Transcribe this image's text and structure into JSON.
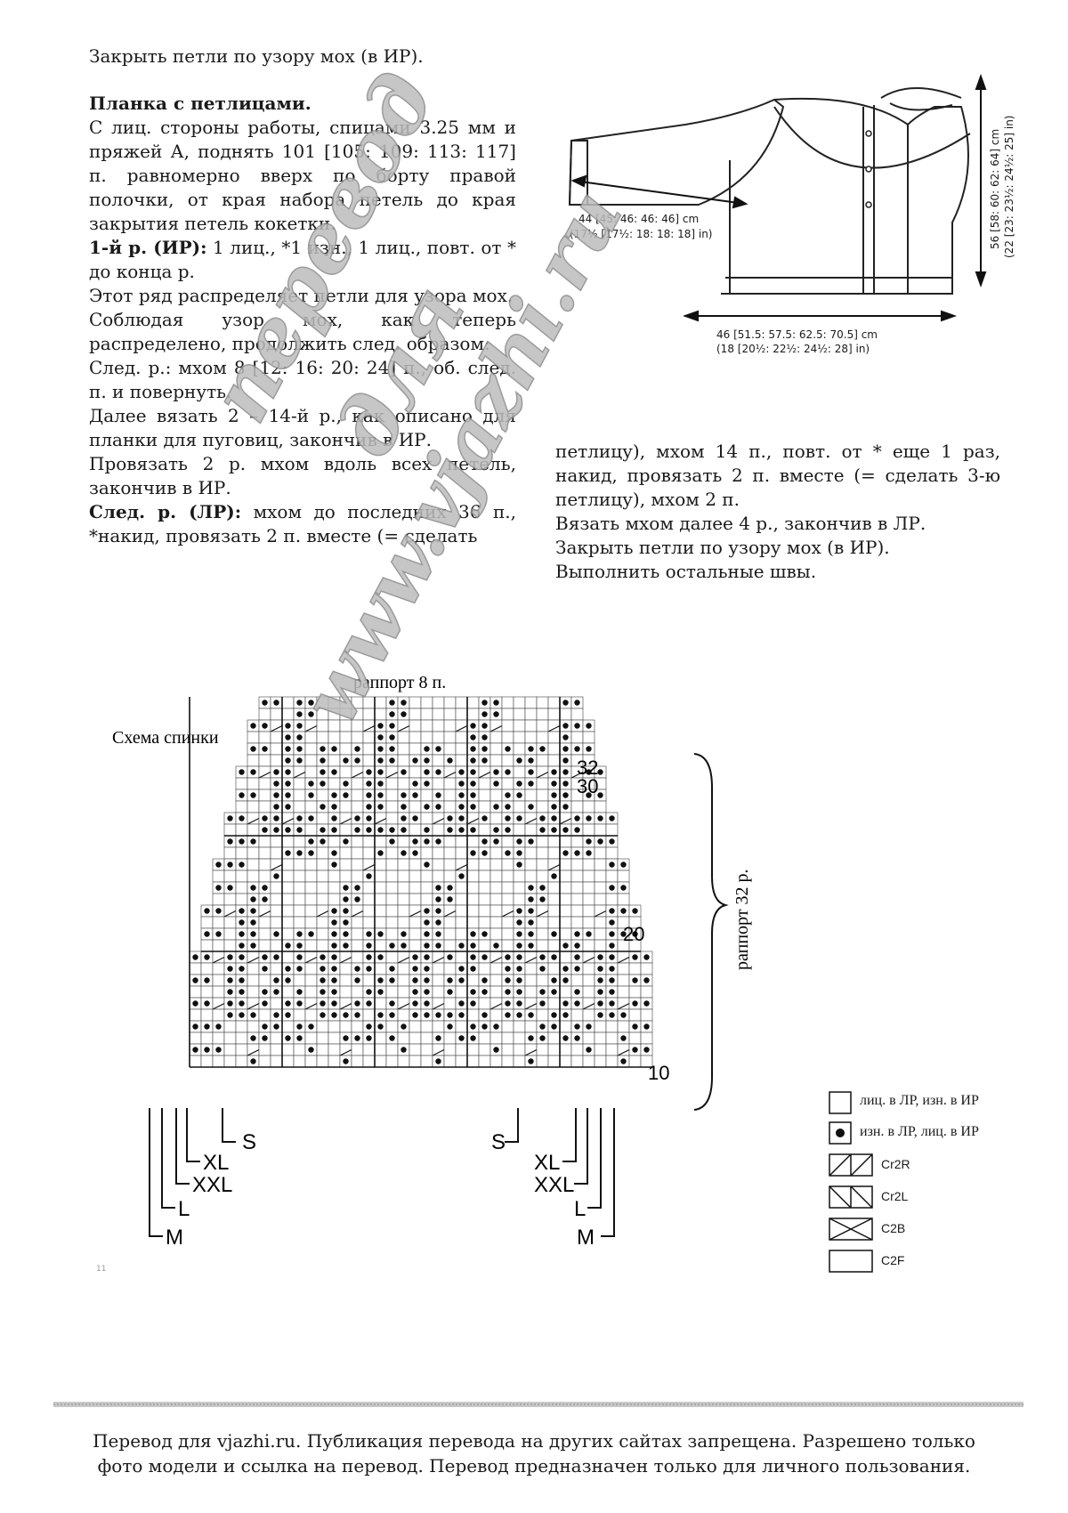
{
  "left": {
    "intro": "Закрыть петли по узору мох (в ИР).",
    "heading": "Планка с петлицами.",
    "p1": "С лиц. стороны работы, спицами 3.25 мм и пряжей А, поднять 101 [105: 109: 113: 117] п. равномерно вверх по борту правой полочки, от края набора петель до края закрытия петель кокетки.",
    "row1_label": "1-й р. (ИР):",
    "row1_text": " 1 лиц., *1 изн., 1 лиц., повт. от * до конца р.",
    "p2": "Этот ряд распределяет петли для узора мох.",
    "p3": "Соблюдая узор мох, как теперь распределено, продолжить след. образом:",
    "p4": "След. р.: мхом 8 [12: 16: 20: 24] п., об. след. п. и повернуть.",
    "p5": "Далее вязать 2 – 14-й р., как описано для планки для пуговиц, закончив в ИР.",
    "p6": "Провязать 2 р. мхом вдоль всех петель, закончив в ИР.",
    "row2_label": "След. р. (ЛР):",
    "row2_text": " мхом до последних 36 п., *накид, провязать 2 п. вместе (= сделать"
  },
  "right": {
    "p1": "петлицу), мхом 14 п., повт. от * еще 1 раз, накид, провязать 2 п. вместе (= сделать 3-ю петлицу), мхом 2 п.",
    "p2": "Вязать мхом далее 4 р., закончив в ЛР.",
    "p3": "Закрыть петли по узору мох (в ИР).",
    "p4": "Выполнить остальные швы."
  },
  "diagram": {
    "sleeve_len_1": "44 [45: 46: 46: 46] cm",
    "sleeve_len_2": "(17½ [17½: 18: 18: 18] in)",
    "width_1": "46 [51.5: 57.5: 62.5: 70.5] cm",
    "width_2": "(18 [20½: 22½: 24½: 28] in)",
    "height_1": "56 [58: 60: 62: 64] cm",
    "height_2": "(22 [23: 23½: 24½: 25] in)"
  },
  "chart": {
    "title": "Схема спинки",
    "repeat_sts": "раппорт 8 п.",
    "repeat_rows": "раппорт 32 р.",
    "row_labels": [
      "32",
      "30",
      "20",
      "10"
    ],
    "sizes_left": [
      "S",
      "XL",
      "XXL",
      "L",
      "M"
    ],
    "sizes_right": [
      "S",
      "XL",
      "XXL",
      "L",
      "M"
    ],
    "page_num": "11"
  },
  "legend": [
    {
      "symbol": "empty",
      "label": "лиц. в ЛР, изн. в ИР"
    },
    {
      "symbol": "dot",
      "label": "изн. в ЛР, лиц. в ИР"
    },
    {
      "symbol": "cr2r",
      "label": "Cr2R"
    },
    {
      "symbol": "cr2l",
      "label": "Cr2L"
    },
    {
      "symbol": "c2b",
      "label": "C2B"
    },
    {
      "symbol": "c2f",
      "label": "C2F"
    }
  ],
  "watermark": {
    "line1": "перевод",
    "line2": "для",
    "line3": "www.vjazhi.ru"
  },
  "footer": {
    "line1": "Перевод для vjazhi.ru. Публикация перевода на других сайтах запрещена. Разрешено только",
    "line2": "фото модели и ссылка на перевод.  Перевод предназначен только для личного пользования."
  }
}
